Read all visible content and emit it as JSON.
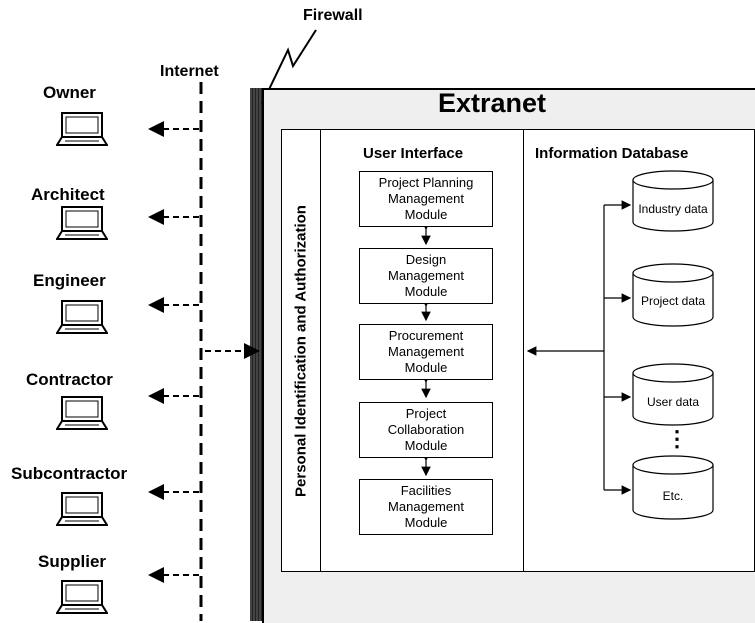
{
  "firewall_label": "Firewall",
  "internet_label": "Internet",
  "extranet_title": "Extranet",
  "auth_label": "Personal Identification and Authorization",
  "user_interface_title": "User Interface",
  "info_db_title": "Information Database",
  "roles": [
    {
      "label": "Owner"
    },
    {
      "label": "Architect"
    },
    {
      "label": "Engineer"
    },
    {
      "label": "Contractor"
    },
    {
      "label": "Subcontractor"
    },
    {
      "label": "Supplier"
    }
  ],
  "modules": [
    {
      "label": "Project Planning\nManagement\nModule"
    },
    {
      "label": "Design\nManagement\nModule"
    },
    {
      "label": "Procurement\nManagement\nModule"
    },
    {
      "label": "Project\nCollaboration\nModule"
    },
    {
      "label": "Facilities\nManagement\nModule"
    }
  ],
  "databases": [
    {
      "label": "Industry data"
    },
    {
      "label": "Project data"
    },
    {
      "label": "User data"
    },
    {
      "label": "Etc."
    }
  ],
  "ellipsis": "⋮",
  "icons": {
    "laptop": "laptop-icon",
    "database": "database-cylinder-icon"
  }
}
